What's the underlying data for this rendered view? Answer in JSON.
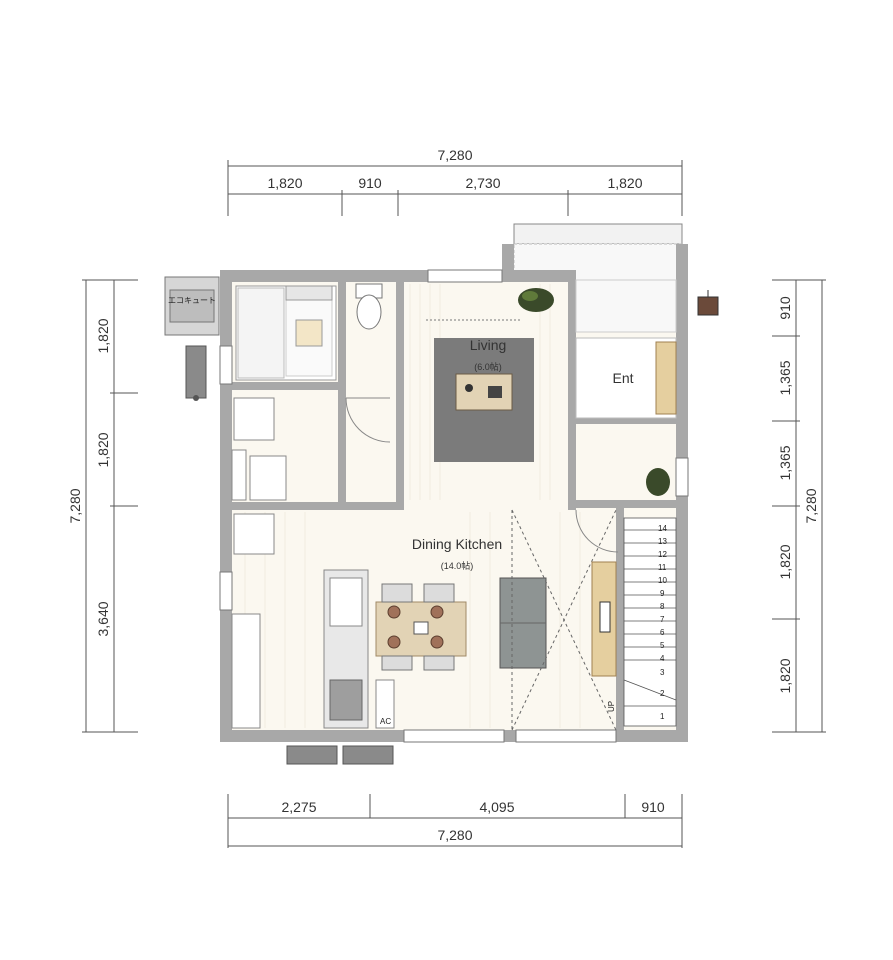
{
  "dimensions": {
    "top_total": "7,280",
    "top_segments": [
      "1,820",
      "910",
      "2,730",
      "1,820"
    ],
    "bottom_segments": [
      "2,275",
      "4,095",
      "910"
    ],
    "bottom_total": "7,280",
    "left_total": "7,280",
    "left_segments": [
      "1,820",
      "1,820",
      "3,640"
    ],
    "right_total": "7,280",
    "right_segments": [
      "910",
      "1,365",
      "1,365",
      "1,820",
      "1,820"
    ]
  },
  "rooms": {
    "living": {
      "name": "Living",
      "size": "(6.0帖)"
    },
    "dining_kitchen": {
      "name": "Dining Kitchen",
      "size": "(14.0帖)"
    },
    "entrance": {
      "name": "Ent"
    }
  },
  "labels": {
    "ecocute": "エコキュート",
    "ac": "AC",
    "up": "UP"
  },
  "stairs": {
    "steps": [
      "1",
      "2",
      "3",
      "4",
      "5",
      "6",
      "7",
      "8",
      "9",
      "10",
      "11",
      "12",
      "13",
      "14"
    ]
  },
  "colors": {
    "wall": "#a8a8a8",
    "floor": "#fbf8f0",
    "rug": "#7b7b7b",
    "sofa": "#8e9493",
    "table": "#e2d3b5",
    "shelf": "#e5cf9f"
  }
}
